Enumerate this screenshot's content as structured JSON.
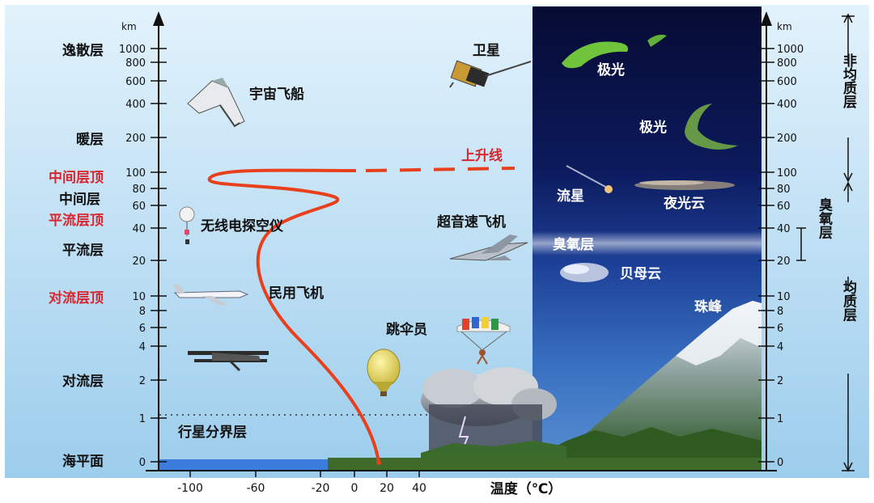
{
  "units": {
    "km": "km"
  },
  "layers_left": {
    "exosphere": "逸散层",
    "thermosphere": "暖层",
    "mesopause": "中间层顶",
    "mesosphere": "中间层",
    "stratopause": "平流层顶",
    "stratosphere": "平流层",
    "tropopause": "对流层顶",
    "troposphere": "对流层",
    "boundary_layer": "行星分界层",
    "sea_level": "海平面"
  },
  "objects": {
    "spaceship": "宇宙飞船",
    "radiosonde": "无线电探空仪",
    "airliner": "民用飞机",
    "parachutist": "跳伞员",
    "satellite": "卫星",
    "rising": "上升线",
    "aurora_1": "极光",
    "aurora_2": "极光",
    "meteor": "流星",
    "noctilucent": "夜光云",
    "supersonic": "超音速飞机",
    "ozone_layer": "臭氧层",
    "nacreous": "贝母云",
    "everest": "珠峰"
  },
  "right_brackets": {
    "heterosphere": "非均质层",
    "ozone": "臭氧层",
    "homosphere": "均质层"
  },
  "y_axis_ticks": [
    "1000",
    "800",
    "600",
    "400",
    "200",
    "100",
    "80",
    "60",
    "40",
    "20",
    "10",
    "8",
    "6",
    "4",
    "2",
    "1",
    "0"
  ],
  "x_axis": {
    "title": "温度（℃）",
    "ticks": [
      "-100",
      "-60",
      "-20",
      "0",
      "20",
      "40"
    ]
  },
  "colors": {
    "sky_top": "#0a1140",
    "sky_bottom": "#3f78c6",
    "background_top": "#dff0fb",
    "background_bottom": "#a9d3ee",
    "temperature_curve": "#e8401c",
    "red_label": "#d7262e",
    "sea": "#3a7ddc"
  }
}
